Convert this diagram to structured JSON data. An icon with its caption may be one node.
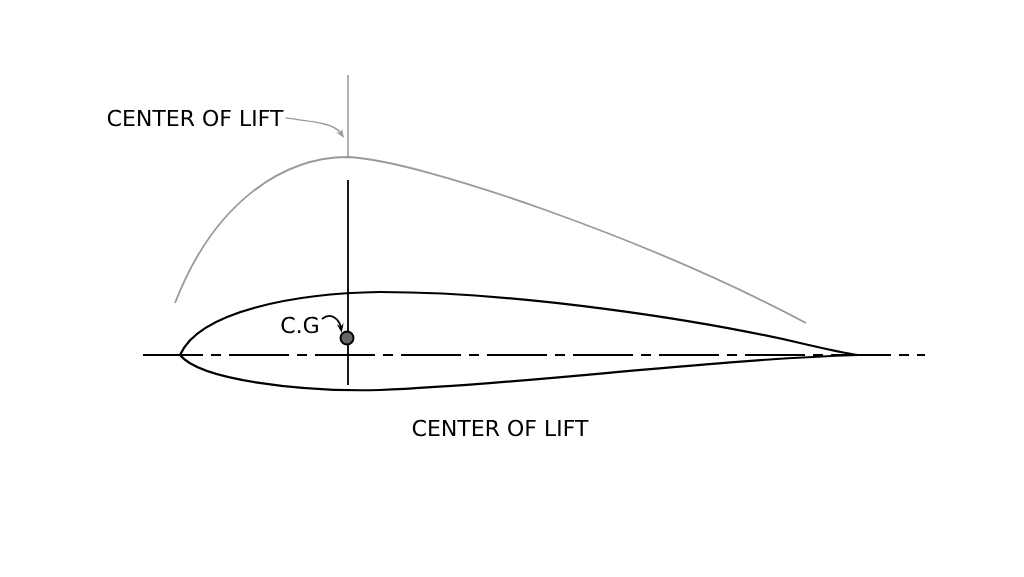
{
  "diagram": {
    "nodes": [
      {
        "text": [
          "CENTER OF LIFT"
        ]
      },
      {
        "text": [
          "C.G"
        ]
      },
      {
        "text": [],
        "shape": "circle"
      }
    ],
    "edges": [
      {
        "from": 0,
        "to": null,
        "arrow": "to",
        "color": "#999999"
      },
      {
        "from": 1,
        "to": 2,
        "arrow": "to",
        "color": "#000000"
      }
    ],
    "labels": [
      "CENTER OF LIFT"
    ]
  }
}
